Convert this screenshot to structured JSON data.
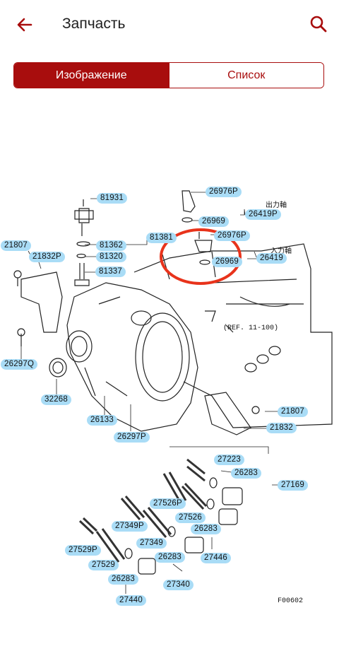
{
  "header": {
    "title": "Запчасть",
    "back_icon": "arrow-left-icon",
    "search_icon": "search-icon",
    "accent": "#a80d0d"
  },
  "tabs": [
    {
      "label": "Изображение",
      "active": true
    },
    {
      "label": "Список",
      "active": false
    }
  ],
  "diagram": {
    "ref_label": "(REF. 11-100)",
    "output_shaft": "出力軸",
    "input_shaft": "入力軸",
    "figure_code": "F00602",
    "parts": {
      "p81931": "81931",
      "p26976P_a": "26976P",
      "p26969_a": "26969",
      "p26419P": "26419P",
      "p81381": "81381",
      "p26976P_b": "26976P",
      "p21807_a": "21807",
      "p81362": "81362",
      "p21832P": "21832P",
      "p81320": "81320",
      "p26969_b": "26969",
      "p26419": "26419",
      "p81337": "81337",
      "p26297Q": "26297Q",
      "p32268": "32268",
      "p26133": "26133",
      "p26297P": "26297P",
      "p21807_b": "21807",
      "p21832": "21832",
      "p27223": "27223",
      "p26283_a": "26283",
      "p27169": "27169",
      "p27526P": "27526P",
      "p27526": "27526",
      "p26283_b": "26283",
      "p27349P": "27349P",
      "p27349": "27349",
      "p27446": "27446",
      "p27529P": "27529P",
      "p26283_c": "26283",
      "p27529": "27529",
      "p26283_d": "26283",
      "p27340": "27340",
      "p27440": "27440"
    }
  }
}
